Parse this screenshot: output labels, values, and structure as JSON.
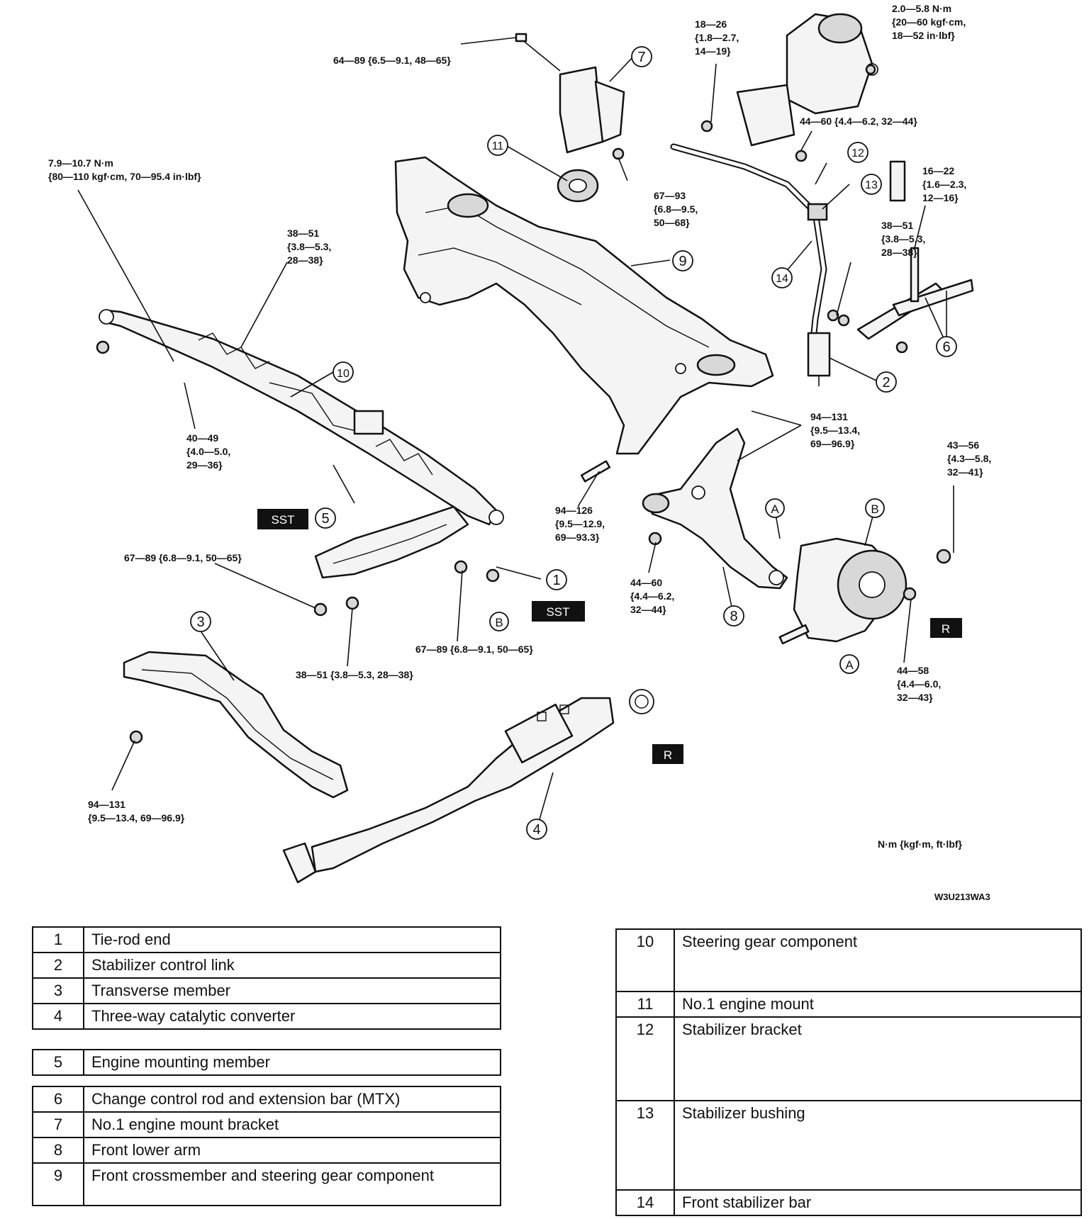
{
  "units_note": "N·m {kgf·m, ft·lbf}",
  "figure_code": "W3U213WA3",
  "tags": {
    "sst": "SST",
    "r": "R"
  },
  "callouts": {
    "c1": "1",
    "c2": "2",
    "c3": "3",
    "c4": "4",
    "c5": "5",
    "c6": "6",
    "c7": "7",
    "c8": "8",
    "c9": "9",
    "c10": "10",
    "c11": "11",
    "c12": "12",
    "c13": "13",
    "c14": "14",
    "a": "A",
    "b": "B"
  },
  "torques": {
    "t01": [
      "2.0—5.8 N·m",
      "{20—60 kgf·cm,",
      "18—52 in·lbf}"
    ],
    "t02": [
      "18—26",
      "{1.8—2.7,",
      "14—19}"
    ],
    "t03": [
      "64—89 {6.5—9.1, 48—65}"
    ],
    "t04": [
      "44—60 {4.4—6.2, 32—44}"
    ],
    "t05": [
      "7.9—10.7 N·m",
      "{80—110 kgf·cm, 70—95.4 in·lbf}"
    ],
    "t06": [
      "67—93",
      "{6.8—9.5,",
      "50—68}"
    ],
    "t07": [
      "16—22",
      "{1.6—2.3,",
      "12—16}"
    ],
    "t08": [
      "38—51",
      "{3.8—5.3,",
      "28—38}"
    ],
    "t09": [
      "38—51",
      "{3.8—5.3,",
      "28—38}"
    ],
    "t10": [
      "40—49",
      "{4.0—5.0,",
      "29—36}"
    ],
    "t11": [
      "94—131",
      "{9.5—13.4,",
      "69—96.9}"
    ],
    "t12": [
      "43—56",
      "{4.3—5.8,",
      "32—41}"
    ],
    "t13": [
      "94—126",
      "{9.5—12.9,",
      "69—93.3}"
    ],
    "t14": [
      "67—89 {6.8—9.1, 50—65}"
    ],
    "t15": [
      "44—60",
      "{4.4—6.2,",
      "32—44}"
    ],
    "t16": [
      "67—89 {6.8—9.1, 50—65}"
    ],
    "t17": [
      "38—51 {3.8—5.3, 28—38}"
    ],
    "t18": [
      "44—58",
      "{4.4—6.0,",
      "32—43}"
    ],
    "t19": [
      "94—131",
      "{9.5—13.4, 69—96.9}"
    ]
  },
  "legend_left": [
    {
      "num": "1",
      "name": "Tie-rod end"
    },
    {
      "num": "2",
      "name": "Stabilizer control link"
    },
    {
      "num": "3",
      "name": "Transverse member"
    },
    {
      "num": "4",
      "name": "Three-way catalytic converter"
    },
    {
      "num": "5",
      "name": "Engine mounting member"
    },
    {
      "num": "6",
      "name": "Change control rod and extension bar (MTX)"
    },
    {
      "num": "7",
      "name": "No.1 engine mount bracket"
    },
    {
      "num": "8",
      "name": "Front lower arm"
    },
    {
      "num": "9",
      "name": "Front crossmember and steering gear component"
    }
  ],
  "legend_right": [
    {
      "num": "10",
      "name": "Steering gear component"
    },
    {
      "num": "11",
      "name": "No.1 engine mount"
    },
    {
      "num": "12",
      "name": "Stabilizer bracket"
    },
    {
      "num": "13",
      "name": "Stabilizer bushing"
    },
    {
      "num": "14",
      "name": "Front stabilizer bar"
    }
  ]
}
